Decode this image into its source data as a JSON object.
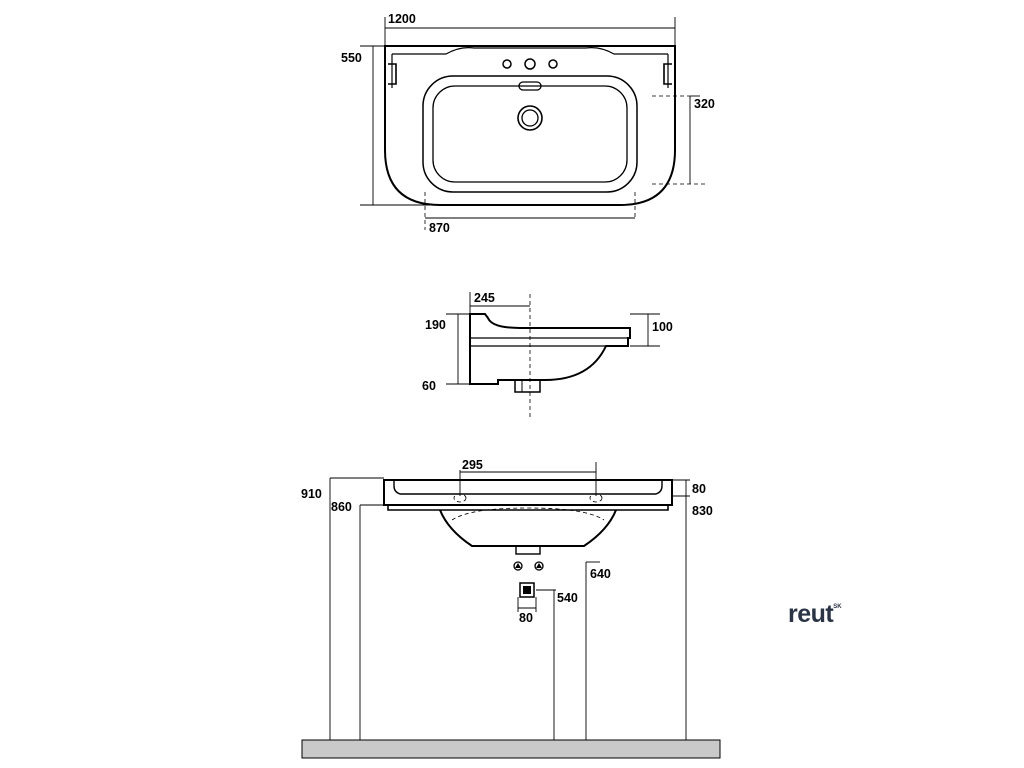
{
  "top_view": {
    "width_label": "1200",
    "depth_label": "550",
    "bowl_depth_label": "320",
    "bowl_width_label": "870"
  },
  "side_view": {
    "offset_label": "245",
    "height_label": "190",
    "rim_label": "100",
    "drain_label": "60"
  },
  "front_view": {
    "spacing_label": "295",
    "h910_label": "910",
    "h860_label": "860",
    "rim_thickness_label": "80",
    "h830_label": "830",
    "h640_label": "640",
    "h540_label": "540",
    "waste_width_label": "80"
  },
  "brand": {
    "name": "reut",
    "suffix": "SK"
  }
}
